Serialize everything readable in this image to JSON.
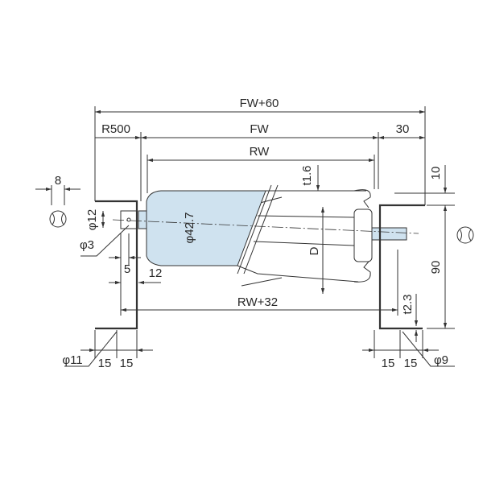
{
  "colors": {
    "roller_body": "#cfe2ef",
    "line": "#333333"
  },
  "dimensions": {
    "overall": "FW+60",
    "radius": "R500",
    "frame_width": "FW",
    "right_offset": "30",
    "roller_width": "RW",
    "tube_thickness": "t1.6",
    "top_gap": "10",
    "pin_diameter": "φ12",
    "hole_diameter": "φ3",
    "roller_diameter": "φ42.7",
    "diameter_d": "D",
    "bracket_height": "90",
    "pin_offset": "5",
    "bracket_offset": "12",
    "inner_span": "RW+32",
    "bracket_thickness": "t2.3",
    "left_hole": "φ11",
    "right_hole": "φ9",
    "left_15a": "15",
    "left_15b": "15",
    "right_15a": "15",
    "right_15b": "15",
    "slot_width": "8"
  }
}
